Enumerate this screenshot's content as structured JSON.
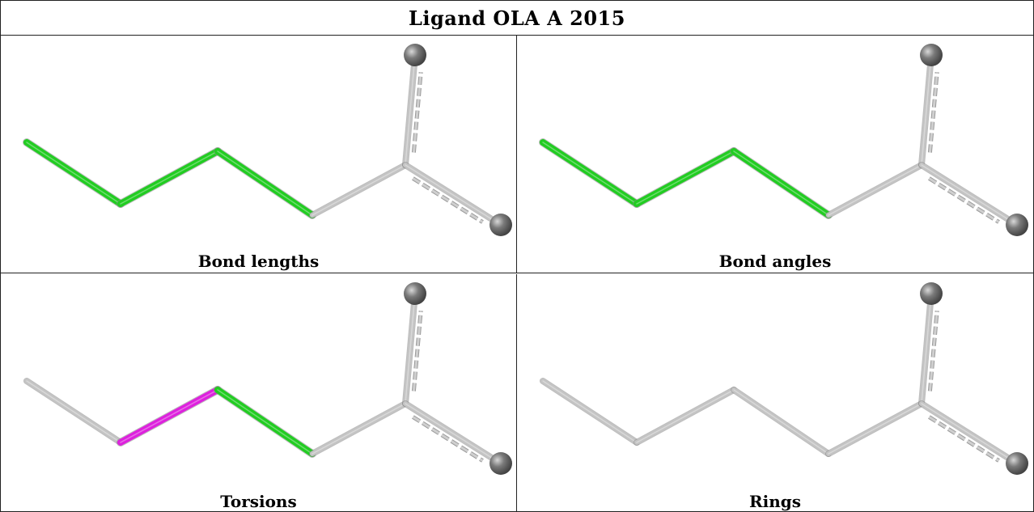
{
  "title": "Ligand OLA A 2015",
  "colors": {
    "default_bond": "#c4c4c4",
    "flag_green": "#22cc22",
    "flag_magenta": "#dd22dd",
    "atom_grey": "#7a7a7a"
  },
  "panels": [
    {
      "caption": "Bond lengths",
      "bond_colors": [
        "flag_green",
        "flag_green",
        "flag_green",
        "default_bond",
        "default_bond",
        "default_bond"
      ]
    },
    {
      "caption": "Bond angles",
      "bond_colors": [
        "flag_green",
        "flag_green",
        "flag_green",
        "default_bond",
        "default_bond",
        "default_bond"
      ]
    },
    {
      "caption": "Torsions",
      "bond_colors": [
        "default_bond",
        "flag_magenta",
        "flag_green",
        "default_bond",
        "default_bond",
        "default_bond"
      ]
    },
    {
      "caption": "Rings",
      "bond_colors": [
        "default_bond",
        "default_bond",
        "default_bond",
        "default_bond",
        "default_bond",
        "default_bond"
      ]
    }
  ]
}
